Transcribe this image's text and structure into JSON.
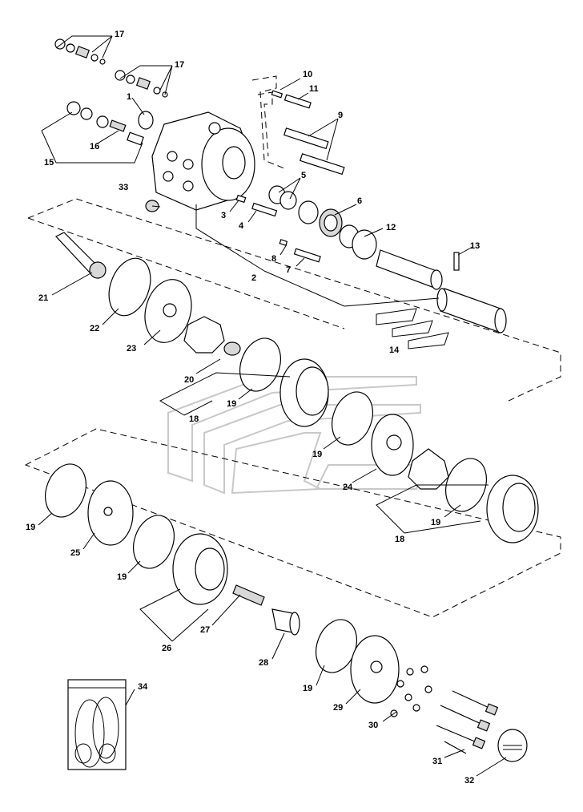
{
  "callouts": {
    "c1": "1",
    "c2": "2",
    "c3": "3",
    "c4": "4",
    "c5": "5",
    "c6": "6",
    "c7": "7",
    "c8": "8",
    "c9": "9",
    "c10": "10",
    "c11": "11",
    "c12": "12",
    "c13": "13",
    "c14": "14",
    "c15": "15",
    "c16": "16",
    "c17a": "17",
    "c17b": "17",
    "c18a": "18",
    "c18b": "18",
    "c19a": "19",
    "c19b": "19",
    "c19c": "19",
    "c19d": "19",
    "c19e": "19",
    "c19f": "19",
    "c20": "20",
    "c21": "21",
    "c22": "22",
    "c23": "23",
    "c24": "24",
    "c25": "25",
    "c26": "26",
    "c27": "27",
    "c28": "28",
    "c29": "29",
    "c30": "30",
    "c31": "31",
    "c32": "32",
    "c33": "33",
    "c34": "34"
  },
  "icons": {
    "watermark": "company-logo-watermark",
    "seal_kit": "seal-kit-bag-icon",
    "nameplate": "nameplate-label-icon"
  }
}
